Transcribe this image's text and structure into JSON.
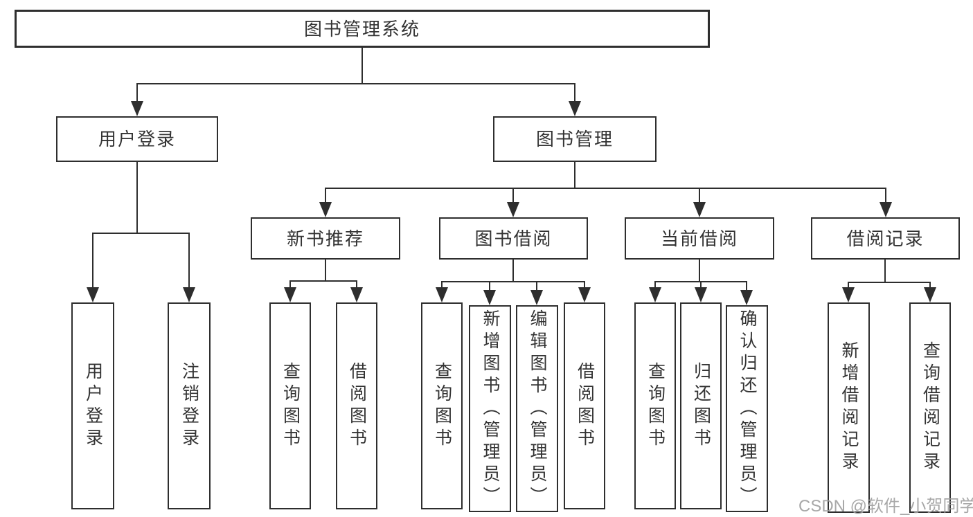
{
  "tree": {
    "root": {
      "label": "图书管理系统"
    },
    "login": {
      "label": "用户登录",
      "children": [
        {
          "label": "用户登录"
        },
        {
          "label": "注销登录"
        }
      ]
    },
    "management": {
      "label": "图书管理",
      "groups": [
        {
          "label": "新书推荐",
          "children": [
            {
              "label": "查询图书"
            },
            {
              "label": "借阅图书"
            }
          ]
        },
        {
          "label": "图书借阅",
          "children": [
            {
              "label": "查询图书"
            },
            {
              "label": "新增图书（管理员）"
            },
            {
              "label": "编辑图书（管理员）"
            },
            {
              "label": "借阅图书"
            }
          ]
        },
        {
          "label": "当前借阅",
          "children": [
            {
              "label": "查询图书"
            },
            {
              "label": "归还图书"
            },
            {
              "label": "确认归还（管理员）"
            }
          ]
        },
        {
          "label": "借阅记录",
          "children": [
            {
              "label": "新增借阅记录"
            },
            {
              "label": "查询借阅记录"
            }
          ]
        }
      ]
    }
  },
  "watermark": {
    "text": "CSDN @软件_小贺同学"
  },
  "colors": {
    "line": "#2e2e2e",
    "text": "#333333",
    "background": "#ffffff",
    "watermark": "#9e9e9e"
  }
}
